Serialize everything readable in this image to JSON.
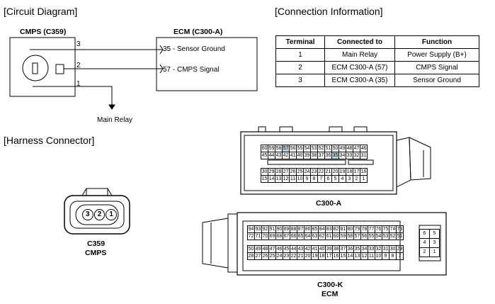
{
  "sections": {
    "circuit_diagram": "[Circuit Diagram]",
    "connection_information": "[Connection Information]",
    "harness_connector": "[Harness Connector]"
  },
  "circuit": {
    "cmps_title": "CMPS (C359)",
    "ecm_title": "ECM (C300-A)",
    "pin3": "3",
    "pin2": "2",
    "pin1": "1",
    "ecm_pin35": "35 - Sensor Ground",
    "ecm_pin57": "57 -  CMPS Signal",
    "main_relay": "Main Relay"
  },
  "connection_table": {
    "headers": [
      "Terminal",
      "Connected to",
      "Function"
    ],
    "rows": [
      [
        "1",
        "Main Relay",
        "Power Supply (B+)"
      ],
      [
        "2",
        "ECM C300-A (57)",
        "CMPS Signal"
      ],
      [
        "3",
        "ECM C300-A (35)",
        "Sensor Ground"
      ]
    ]
  },
  "connectors": {
    "c359_pins": [
      "3",
      "2",
      "1"
    ],
    "c359_label": "C359",
    "c359_sub": "CMPS",
    "c300a_label": "C300-A",
    "c300a_rows": [
      [
        "60",
        "59",
        "58",
        "57",
        "56",
        "55",
        "54",
        "53",
        "52",
        "51",
        "50",
        "49",
        "48",
        "47",
        "46"
      ],
      [
        "45",
        "44",
        "43",
        "42",
        "41",
        "40",
        "39",
        "38",
        "37",
        "36",
        "35",
        "34",
        "33",
        "32",
        "31"
      ],
      [
        "30",
        "29",
        "28",
        "27",
        "26",
        "25",
        "24",
        "23",
        "22",
        "21",
        "20",
        "19",
        "18",
        "17",
        "16"
      ],
      [
        "15",
        "14",
        "13",
        "12",
        "11",
        "10",
        "9",
        "8",
        "7",
        "6",
        "5",
        "4",
        "3",
        "2",
        "1"
      ]
    ],
    "c300a_highlight": [
      "57",
      "35"
    ],
    "c300k_label": "C300-K",
    "c300k_sub": "ECM",
    "c300k_rows": [
      [
        "94",
        "93",
        "92",
        "91",
        "90",
        "89",
        "88",
        "87",
        "86",
        "85",
        "84",
        "83",
        "82",
        "81",
        "80",
        "79",
        "78",
        "77",
        "76",
        "75",
        "74",
        "73"
      ],
      [
        "72",
        "71",
        "70",
        "69",
        "68",
        "67",
        "66",
        "65",
        "64",
        "63",
        "62",
        "61",
        "60",
        "59",
        "58",
        "57",
        "56",
        "55",
        "54",
        "53",
        "52",
        "51"
      ],
      [
        "50",
        "49",
        "48",
        "47",
        "46",
        "45",
        "44",
        "43",
        "42",
        "41",
        "40",
        "39",
        "38",
        "37",
        "36",
        "35",
        "34",
        "33",
        "32",
        "31",
        "30",
        "29"
      ],
      [
        "28",
        "27",
        "26",
        "25",
        "24",
        "23",
        "22",
        "21",
        "20",
        "19",
        "18",
        "17",
        "16",
        "15",
        "14",
        "13",
        "12",
        "11",
        "10",
        "9",
        "8",
        "7"
      ]
    ],
    "c300k_side": [
      [
        "6",
        "5"
      ],
      [
        "4",
        "3"
      ],
      [
        "2",
        "1"
      ]
    ]
  },
  "colors": {
    "highlight": "#a9d4e0"
  }
}
